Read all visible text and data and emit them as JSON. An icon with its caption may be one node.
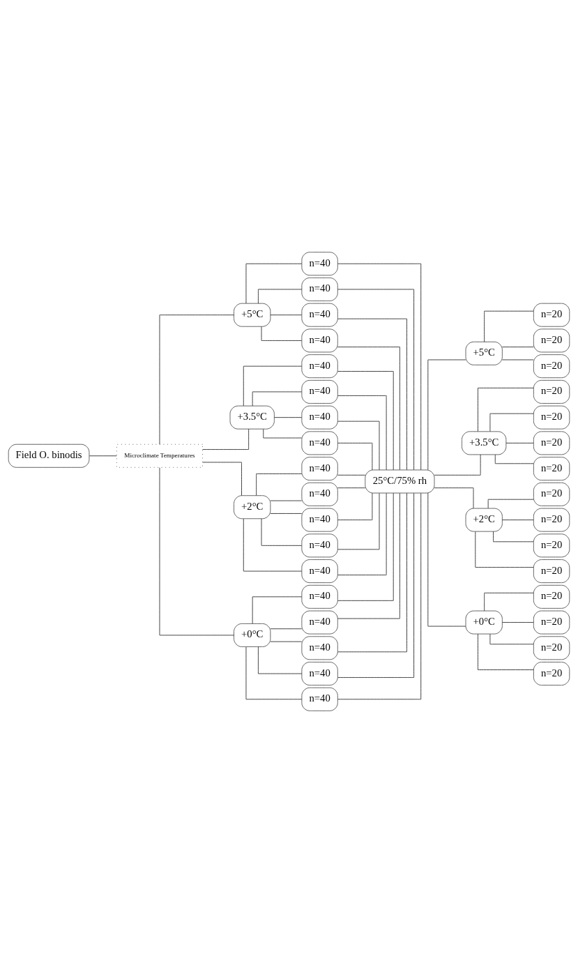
{
  "diagram": {
    "nodes": [
      {
        "text": [
          "Field O. binodis"
        ]
      },
      {
        "text": [
          "Microclimate Temperatures"
        ]
      },
      {
        "text": [
          "+5°C"
        ]
      },
      {
        "text": [
          "+3.5°C"
        ]
      },
      {
        "text": [
          "+2°C"
        ]
      },
      {
        "text": [
          "+0°C"
        ]
      },
      {
        "text": [
          "n=40"
        ]
      },
      {
        "text": [
          "n=40"
        ]
      },
      {
        "text": [
          "n=40"
        ]
      },
      {
        "text": [
          "n=40"
        ]
      },
      {
        "text": [
          "n=40"
        ]
      },
      {
        "text": [
          "n=40"
        ]
      },
      {
        "text": [
          "n=40"
        ]
      },
      {
        "text": [
          "n=40"
        ]
      },
      {
        "text": [
          "n=40"
        ]
      },
      {
        "text": [
          "n=40"
        ]
      },
      {
        "text": [
          "n=40"
        ]
      },
      {
        "text": [
          "n=40"
        ]
      },
      {
        "text": [
          "n=40"
        ]
      },
      {
        "text": [
          "n=40"
        ]
      },
      {
        "text": [
          "n=40"
        ]
      },
      {
        "text": [
          "n=40"
        ]
      },
      {
        "text": [
          "n=40"
        ]
      },
      {
        "text": [
          "n=40"
        ]
      },
      {
        "text": [
          "25°C/75% rh"
        ]
      },
      {
        "text": [
          "+5°C"
        ]
      },
      {
        "text": [
          "+3.5°C"
        ]
      },
      {
        "text": [
          "+2°C"
        ]
      },
      {
        "text": [
          "+0°C"
        ]
      },
      {
        "text": [
          "n=20"
        ]
      },
      {
        "text": [
          "n=20"
        ]
      },
      {
        "text": [
          "n=20"
        ]
      },
      {
        "text": [
          "n=20"
        ]
      },
      {
        "text": [
          "n=20"
        ]
      },
      {
        "text": [
          "n=20"
        ]
      },
      {
        "text": [
          "n=20"
        ]
      },
      {
        "text": [
          "n=20"
        ]
      },
      {
        "text": [
          "n=20"
        ]
      },
      {
        "text": [
          "n=20"
        ]
      },
      {
        "text": [
          "n=20"
        ]
      },
      {
        "text": [
          "n=20"
        ]
      },
      {
        "text": [
          "n=20"
        ]
      },
      {
        "text": [
          "n=20"
        ]
      },
      {
        "text": [
          "n=20"
        ]
      }
    ],
    "edges": [
      {
        "from": 0,
        "to": 1,
        "arrow": "none"
      },
      {
        "from": 1,
        "to": 2,
        "arrow": "none"
      },
      {
        "from": 1,
        "to": 3,
        "arrow": "none"
      },
      {
        "from": 1,
        "to": 4,
        "arrow": "none"
      },
      {
        "from": 1,
        "to": 5,
        "arrow": "none"
      },
      {
        "from": 2,
        "to": 6,
        "arrow": "none"
      },
      {
        "from": 2,
        "to": 7,
        "arrow": "none"
      },
      {
        "from": 2,
        "to": 8,
        "arrow": "none"
      },
      {
        "from": 2,
        "to": 9,
        "arrow": "none"
      },
      {
        "from": 3,
        "to": 10,
        "arrow": "none"
      },
      {
        "from": 3,
        "to": 11,
        "arrow": "none"
      },
      {
        "from": 3,
        "to": 12,
        "arrow": "none"
      },
      {
        "from": 3,
        "to": 13,
        "arrow": "none"
      },
      {
        "from": 4,
        "to": 14,
        "arrow": "none"
      },
      {
        "from": 4,
        "to": 15,
        "arrow": "none"
      },
      {
        "from": 4,
        "to": 16,
        "arrow": "none"
      },
      {
        "from": 4,
        "to": 17,
        "arrow": "none"
      },
      {
        "from": 4,
        "to": 18,
        "arrow": "none"
      },
      {
        "from": 5,
        "to": 19,
        "arrow": "none"
      },
      {
        "from": 5,
        "to": 20,
        "arrow": "none"
      },
      {
        "from": 5,
        "to": 21,
        "arrow": "none"
      },
      {
        "from": 5,
        "to": 22,
        "arrow": "none"
      },
      {
        "from": 5,
        "to": 23,
        "arrow": "none"
      },
      {
        "from": 6,
        "to": 24,
        "arrow": "none"
      },
      {
        "from": 7,
        "to": 24,
        "arrow": "none"
      },
      {
        "from": 8,
        "to": 24,
        "arrow": "none"
      },
      {
        "from": 9,
        "to": 24,
        "arrow": "none"
      },
      {
        "from": 10,
        "to": 24,
        "arrow": "none"
      },
      {
        "from": 11,
        "to": 24,
        "arrow": "none"
      },
      {
        "from": 12,
        "to": 24,
        "arrow": "none"
      },
      {
        "from": 13,
        "to": 24,
        "arrow": "none"
      },
      {
        "from": 14,
        "to": 24,
        "arrow": "none"
      },
      {
        "from": 15,
        "to": 24,
        "arrow": "none"
      },
      {
        "from": 16,
        "to": 24,
        "arrow": "none"
      },
      {
        "from": 17,
        "to": 24,
        "arrow": "none"
      },
      {
        "from": 18,
        "to": 24,
        "arrow": "none"
      },
      {
        "from": 19,
        "to": 24,
        "arrow": "none"
      },
      {
        "from": 20,
        "to": 24,
        "arrow": "none"
      },
      {
        "from": 21,
        "to": 24,
        "arrow": "none"
      },
      {
        "from": 22,
        "to": 24,
        "arrow": "none"
      },
      {
        "from": 23,
        "to": 24,
        "arrow": "none"
      },
      {
        "from": 24,
        "to": 25,
        "arrow": "none"
      },
      {
        "from": 24,
        "to": 26,
        "arrow": "none"
      },
      {
        "from": 24,
        "to": 27,
        "arrow": "none"
      },
      {
        "from": 24,
        "to": 28,
        "arrow": "none"
      },
      {
        "from": 25,
        "to": 29,
        "arrow": "none"
      },
      {
        "from": 25,
        "to": 30,
        "arrow": "none"
      },
      {
        "from": 25,
        "to": 31,
        "arrow": "none"
      },
      {
        "from": 26,
        "to": 32,
        "arrow": "none"
      },
      {
        "from": 26,
        "to": 33,
        "arrow": "none"
      },
      {
        "from": 26,
        "to": 34,
        "arrow": "none"
      },
      {
        "from": 26,
        "to": 35,
        "arrow": "none"
      },
      {
        "from": 27,
        "to": 36,
        "arrow": "none"
      },
      {
        "from": 27,
        "to": 37,
        "arrow": "none"
      },
      {
        "from": 27,
        "to": 38,
        "arrow": "none"
      },
      {
        "from": 27,
        "to": 39,
        "arrow": "none"
      },
      {
        "from": 28,
        "to": 40,
        "arrow": "none"
      },
      {
        "from": 28,
        "to": 41,
        "arrow": "none"
      },
      {
        "from": 28,
        "to": 42,
        "arrow": "none"
      },
      {
        "from": 28,
        "to": 43,
        "arrow": "none"
      }
    ]
  }
}
